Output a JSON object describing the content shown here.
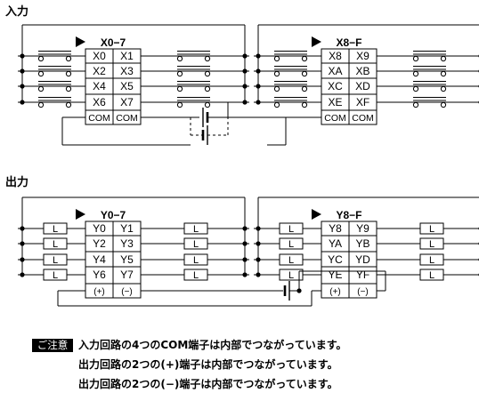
{
  "sections": {
    "input_title": "入力",
    "output_title": "出力"
  },
  "input": {
    "groups": [
      {
        "header": "X0−7",
        "left_col": [
          "X0",
          "X2",
          "X4",
          "X6"
        ],
        "right_col": [
          "X1",
          "X3",
          "X5",
          "X7"
        ],
        "com": [
          "COM",
          "COM"
        ]
      },
      {
        "header": "X8−F",
        "left_col": [
          "X8",
          "XA",
          "XC",
          "XE"
        ],
        "right_col": [
          "X9",
          "XB",
          "XD",
          "XF"
        ],
        "com": [
          "COM",
          "COM"
        ]
      }
    ]
  },
  "output": {
    "groups": [
      {
        "header": "Y0−7",
        "left_col": [
          "Y0",
          "Y2",
          "Y4",
          "Y6"
        ],
        "right_col": [
          "Y1",
          "Y3",
          "Y5",
          "Y7"
        ],
        "com": [
          "(+)",
          "(−)"
        ]
      },
      {
        "header": "Y8−F",
        "left_col": [
          "Y8",
          "YA",
          "YC",
          "YE"
        ],
        "right_col": [
          "Y9",
          "YB",
          "YD",
          "YF"
        ],
        "com": [
          "(+)",
          "(−)"
        ]
      }
    ],
    "load_label": "L"
  },
  "notes": {
    "badge": "ご注意",
    "lines": [
      "入力回路の4つのCOM端子は内部でつながっています。",
      "出力回路の2つの(+)端子は内部でつながっています。",
      "出力回路の2つの(−)端子は内部でつながっています。"
    ]
  }
}
